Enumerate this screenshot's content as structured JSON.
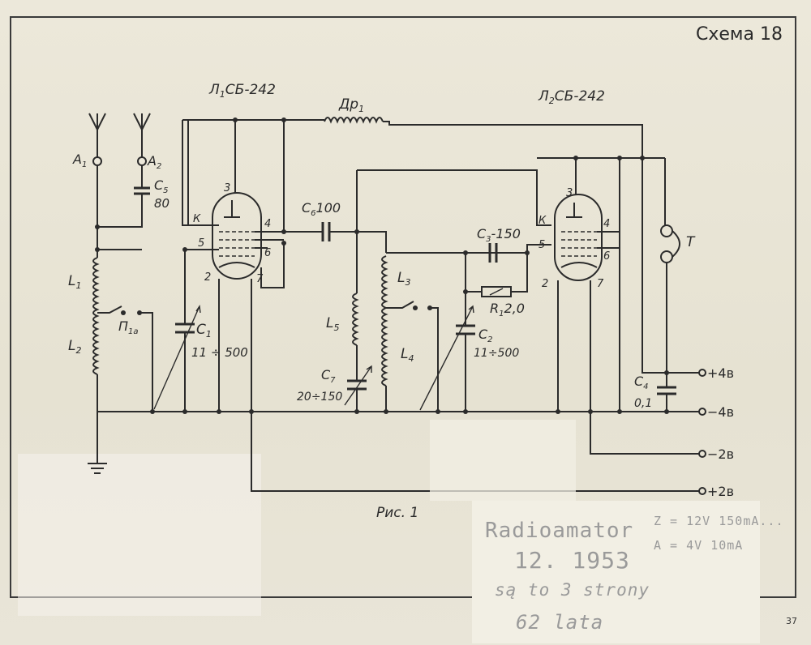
{
  "title": "Схема 18",
  "figure_caption": "Рис. 1",
  "page_number": "37",
  "tubes": {
    "tube1": {
      "label": "Л",
      "sub": "1",
      "type": "СБ-242"
    },
    "tube2": {
      "label": "Л",
      "sub": "2",
      "type": "СБ-242"
    }
  },
  "tube_pins": {
    "pin3": "3",
    "pin4": "4",
    "pin5": "5",
    "pin6": "6",
    "pin2": "2",
    "pin7": "7",
    "cathode": "К"
  },
  "labels": {
    "dr1": "Др",
    "dr1_sub": "1",
    "a1": "А",
    "a1_sub": "1",
    "a2": "А",
    "a2_sub": "2",
    "c5": "С",
    "c5_sub": "5",
    "c5_val": "80",
    "l1": "L",
    "l1_sub": "1",
    "l2": "L",
    "l2_sub": "2",
    "p1a": "П",
    "p1a_sub": "1а",
    "c1": "С",
    "c1_sub": "1",
    "c1_val": "11 ÷ 500",
    "c6": "С",
    "c6_sub": "6",
    "c6_val": "100",
    "l5": "L",
    "l5_sub": "5",
    "l3": "L",
    "l3_sub": "3",
    "l4": "L",
    "l4_sub": "4",
    "c7": "С",
    "c7_sub": "7",
    "c7_val": "20÷150",
    "c3": "С",
    "c3_sub": "3",
    "c3_val": "150",
    "r1": "R",
    "r1_sub": "1",
    "r1_val": "2,0",
    "c2": "С",
    "c2_sub": "2",
    "c2_val": "11÷500",
    "c4": "С",
    "c4_sub": "4",
    "c4_val": "0,1",
    "t": "Т"
  },
  "terminals": [
    "+4в",
    "−4в",
    "−2в",
    "+2в"
  ],
  "handwritten_note": {
    "line1": "Radioamator",
    "line2": "12. 1953",
    "line3": "są to 3 strony",
    "line4": "62 lata",
    "right1": "Z = 12V 150mA...",
    "right2": "A = 4V 10mA"
  }
}
